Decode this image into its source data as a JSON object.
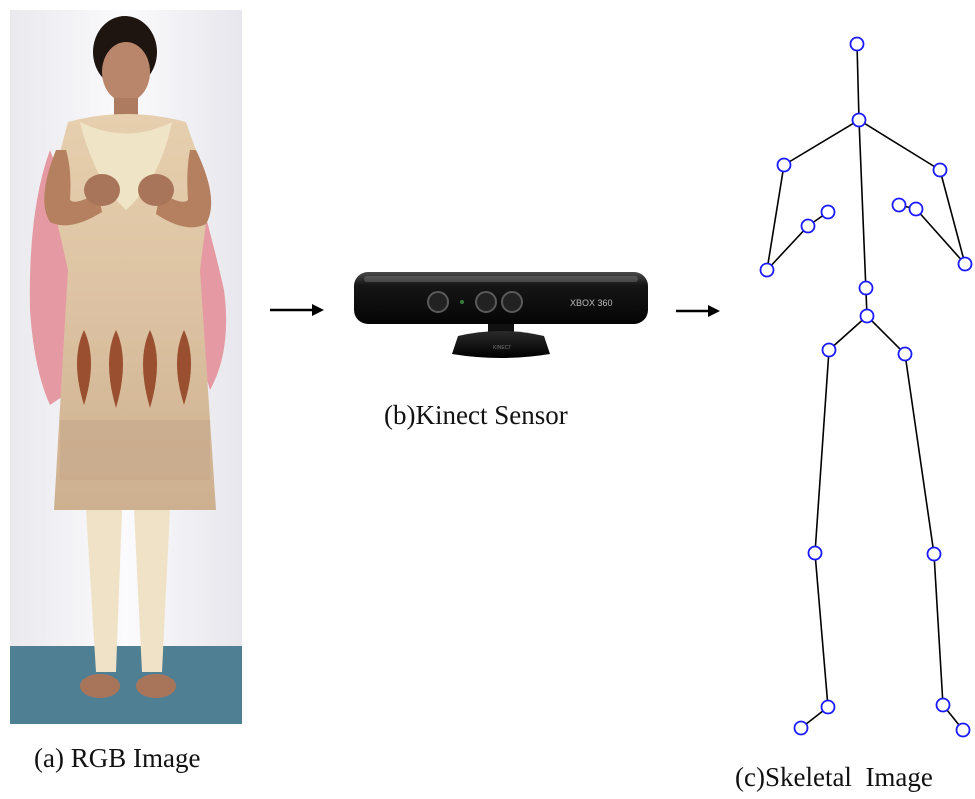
{
  "captions": {
    "rgb": "(a) RGB Image",
    "kinect": "(b)Kinect Sensor",
    "skeletal": "(c)Skeletal  Image"
  },
  "kinect_device": {
    "brand_label": "XBOX 360",
    "base_label": "KINECT"
  },
  "colors": {
    "joint": "#1a1aff",
    "bone": "#000000",
    "arrow": "#000000",
    "floor": "#4f7f93",
    "backdrop": "#f4f4f6"
  }
}
